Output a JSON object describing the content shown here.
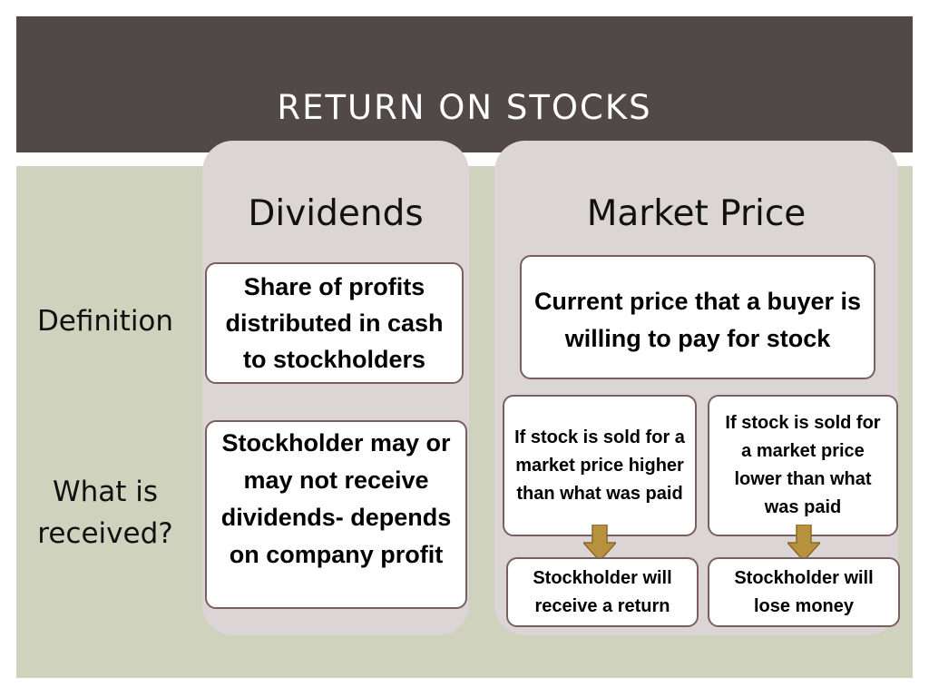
{
  "title": "RETURN ON STOCKS",
  "rows": {
    "definition": "Definition",
    "received_line1": "What is",
    "received_line2": "received?"
  },
  "columns": {
    "dividends": {
      "header": "Dividends",
      "definition": "Share of profits distributed in cash to stockholders",
      "received": "Stockholder may or may not receive dividends- depends on company profit"
    },
    "market_price": {
      "header": "Market Price",
      "definition": "Current price that a buyer is willing to pay for stock",
      "higher": {
        "condition": "If stock is sold for a market price higher than what was paid",
        "result": "Stockholder will receive a return"
      },
      "lower": {
        "condition": "If stock is sold for a market price lower than what was paid",
        "result": "Stockholder will lose money"
      }
    }
  },
  "colors": {
    "title_bar": "#514848",
    "body_background": "#cfd3bd",
    "column_background": "#dcd5d5",
    "box_border": "#7a5f5f",
    "arrow_fill": "#b8913e"
  },
  "icons": [
    "arrow-down-icon"
  ]
}
